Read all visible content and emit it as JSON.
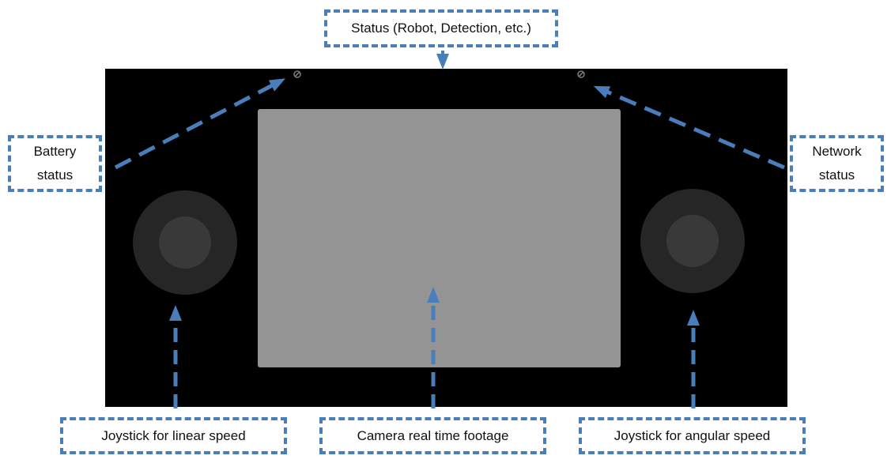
{
  "colors": {
    "screen_background": "#000000",
    "camera_view": "#949494",
    "joystick_base": "#262626",
    "joystick_knob": "#393939",
    "annotation": "#4a7ebb",
    "indicator_icon": "#8c8c8c"
  },
  "icons": {
    "battery_indicator": "circle-slash-icon",
    "network_indicator": "circle-slash-icon"
  },
  "callouts": {
    "status": "Status (Robot, Detection, etc.)",
    "battery": {
      "line1": "Battery",
      "line2": "status"
    },
    "network": {
      "line1": "Network",
      "line2": "status"
    },
    "linear_joystick": "Joystick for linear speed",
    "camera": "Camera real time footage",
    "angular_joystick": "Joystick for angular speed"
  }
}
